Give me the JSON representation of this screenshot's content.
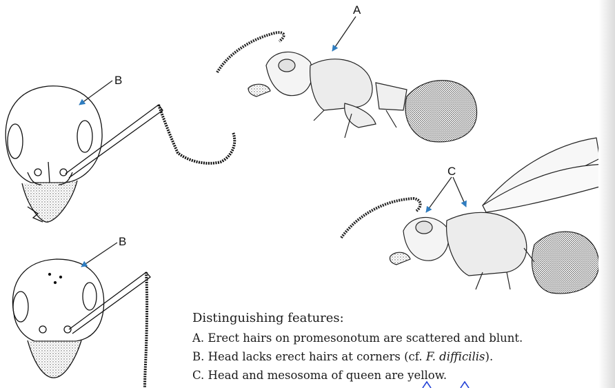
{
  "labels": {
    "a": "A",
    "b1": "B",
    "b2": "B",
    "c": "C"
  },
  "caption": {
    "title": "Distinguishing features:",
    "item_a": "A. Erect hairs on promesonotum are scattered and blunt.",
    "item_b_pre": "B. Head lacks erect hairs at corners (cf. ",
    "item_b_ital": "F. difficilis",
    "item_b_post": ").",
    "item_c": "C. Head and mesosoma of queen are yellow."
  },
  "colors": {
    "arrow": "#2f7dc0",
    "ink": "#111111",
    "link": "#2442d6"
  }
}
